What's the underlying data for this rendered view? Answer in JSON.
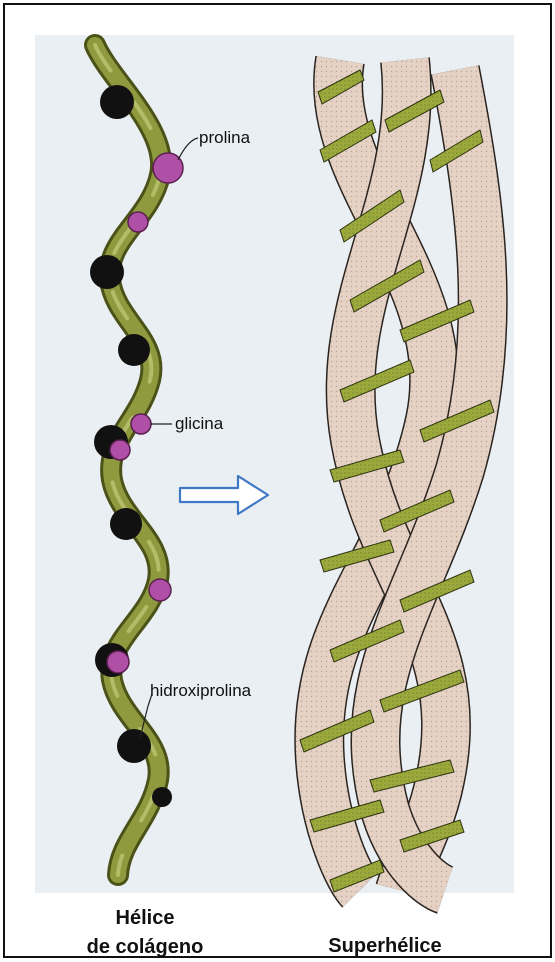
{
  "labels": {
    "prolina": "prolina",
    "glicina": "glicina",
    "hidroxiprolina": "hidroxiprolina"
  },
  "captions": {
    "helix_line1": "Hélice",
    "helix_line2": "de colágeno",
    "superhelix": "Superhélice"
  },
  "colors": {
    "background_panel": "#e9eff3",
    "ribbon_green": "#8f9a3f",
    "ribbon_dark": "#4a5218",
    "strand_beige": "#e4d0c2",
    "band_green": "#9aa83c",
    "proline_purple": "#b04fa6",
    "residue_black": "#111111",
    "arrow_blue": "#3f78c4"
  }
}
